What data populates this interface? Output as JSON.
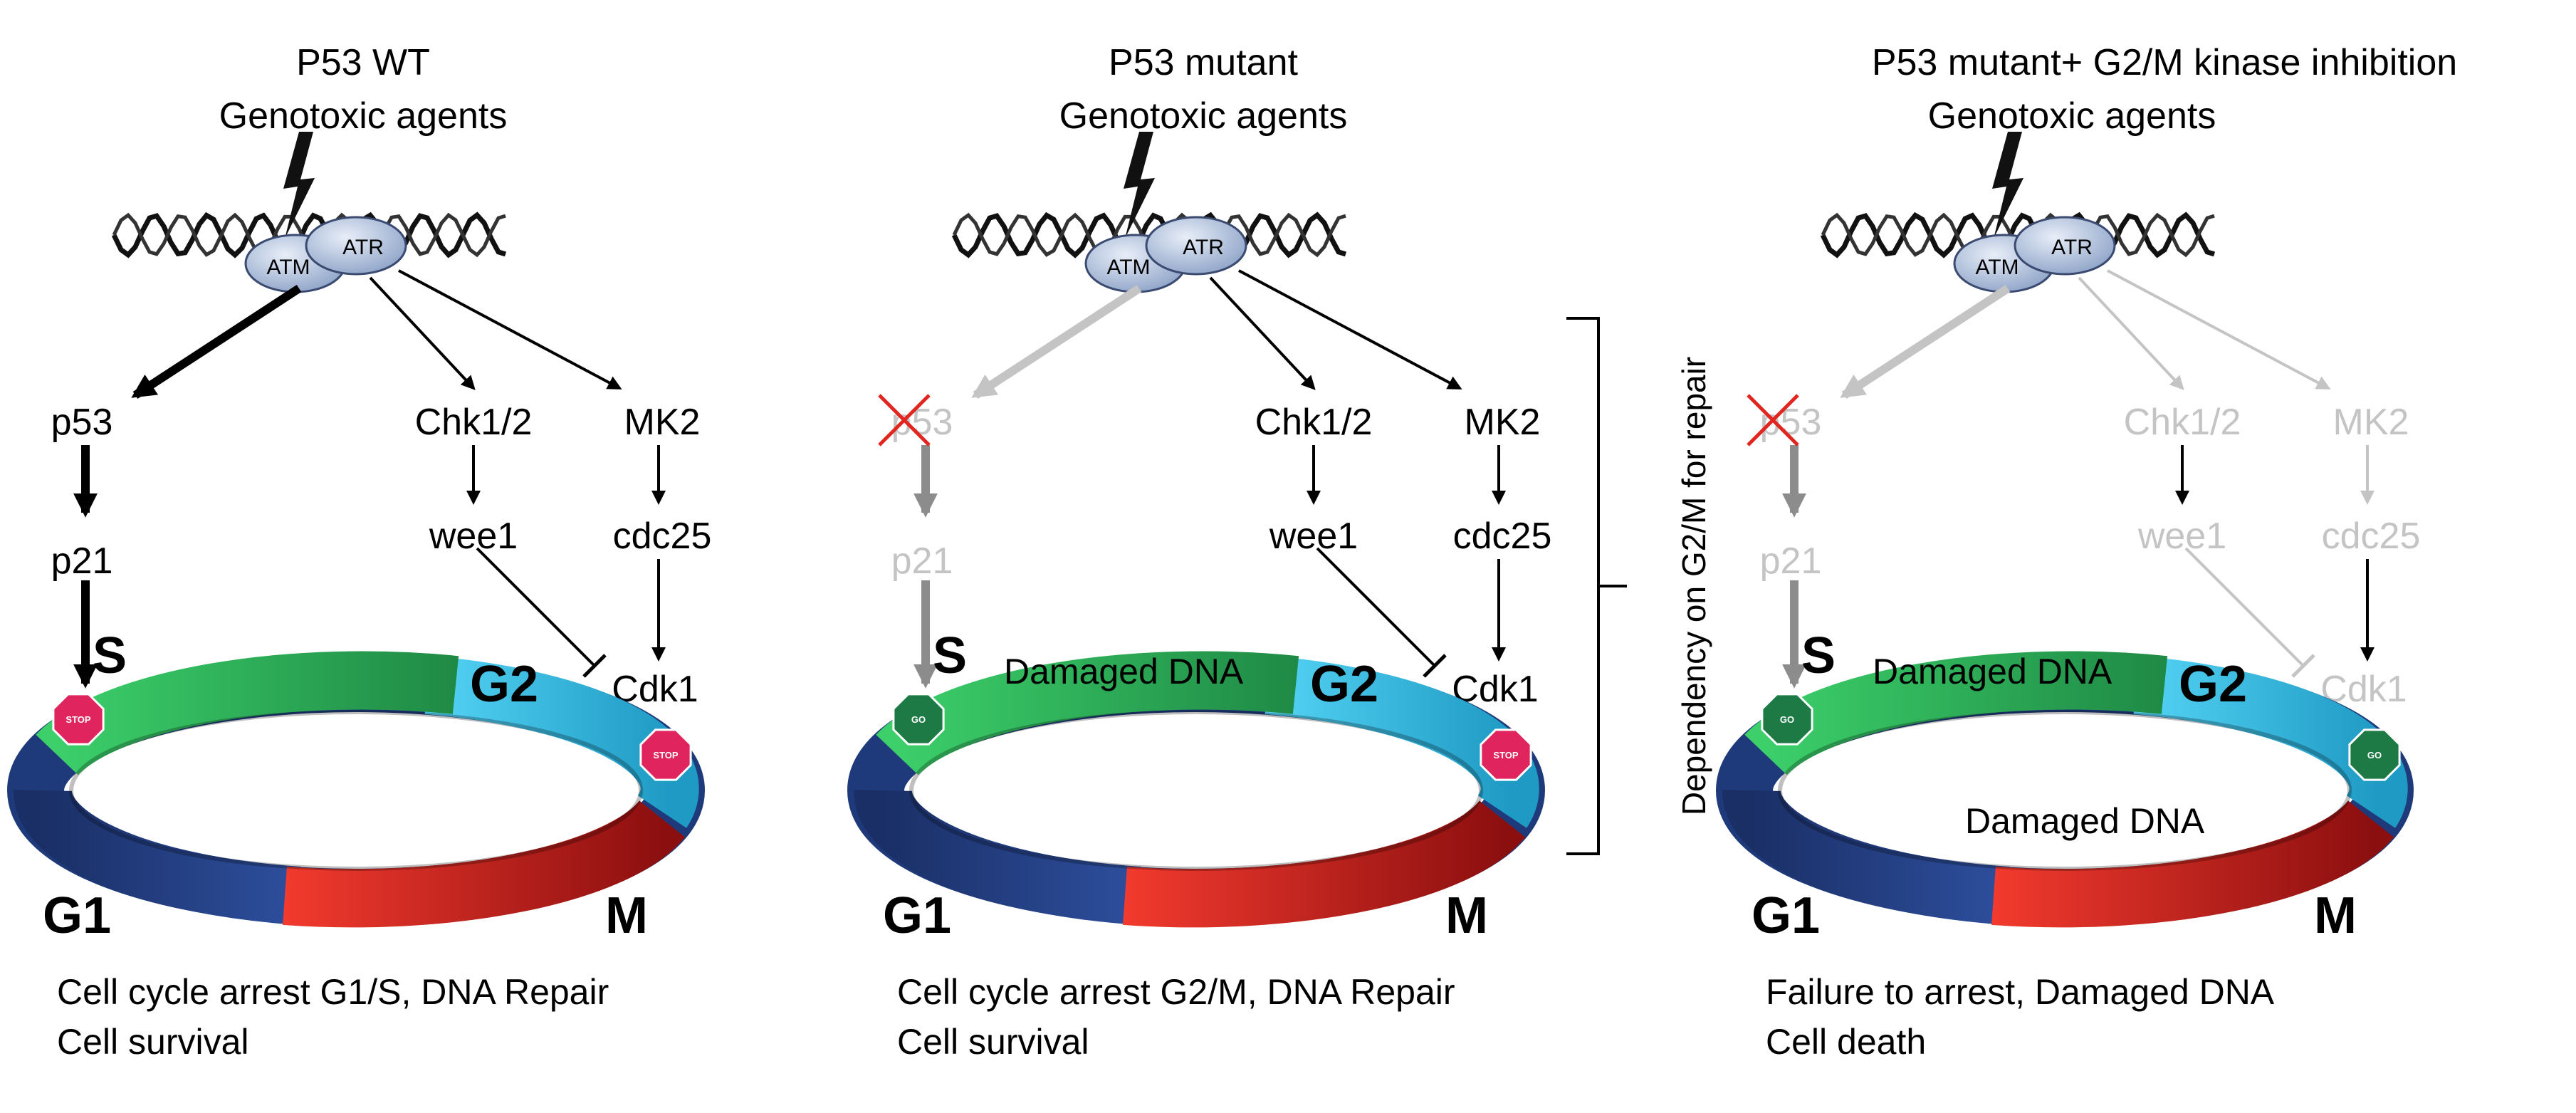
{
  "colors": {
    "g1": "#1f3a7a",
    "s": "#2fb35a",
    "g2": "#3cc2ea",
    "m": "#e0261f",
    "stop": "#e0245e",
    "go": "#1d7a45",
    "inactive": "#c4c4c4",
    "active": "#000000"
  },
  "panels": [
    {
      "header_line1": "P53 WT",
      "header_line2": "Genotoxic agents",
      "enzyme_left": "ATM",
      "enzyme_right": "ATR",
      "nodes": {
        "p53": "p53",
        "p21": "p21",
        "chk": "Chk1/2",
        "wee1": "wee1",
        "mk2": "MK2",
        "cdc25": "cdc25",
        "cdk1": "Cdk1"
      },
      "phases": {
        "s": "S",
        "g2": "G2",
        "g1": "G1",
        "m": "M"
      },
      "sign_left": "STOP",
      "sign_right": "STOP",
      "damaged_top": "",
      "damaged_bottom": "",
      "outcome_line1": "Cell cycle arrest G1/S, DNA Repair",
      "outcome_line2": "Cell survival"
    },
    {
      "header_line1": "P53 mutant",
      "header_line2": "Genotoxic agents",
      "enzyme_left": "ATM",
      "enzyme_right": "ATR",
      "nodes": {
        "p53": "p53",
        "p21": "p21",
        "chk": "Chk1/2",
        "wee1": "wee1",
        "mk2": "MK2",
        "cdc25": "cdc25",
        "cdk1": "Cdk1"
      },
      "phases": {
        "s": "S",
        "g2": "G2",
        "g1": "G1",
        "m": "M"
      },
      "sign_left": "GO",
      "sign_right": "STOP",
      "damaged_top": "Damaged DNA",
      "damaged_bottom": "",
      "outcome_line1": "Cell cycle arrest G2/M, DNA Repair",
      "outcome_line2": "Cell survival"
    },
    {
      "header_line1": "P53 mutant+ G2/M kinase inhibition",
      "header_line2": "Genotoxic agents",
      "enzyme_left": "ATM",
      "enzyme_right": "ATR",
      "nodes": {
        "p53": "p53",
        "p21": "p21",
        "chk": "Chk1/2",
        "wee1": "wee1",
        "mk2": "MK2",
        "cdc25": "cdc25",
        "cdk1": "Cdk1"
      },
      "phases": {
        "s": "S",
        "g2": "G2",
        "g1": "G1",
        "m": "M"
      },
      "sign_left": "GO",
      "sign_right": "GO",
      "damaged_top": "Damaged DNA",
      "damaged_bottom": "Damaged DNA",
      "outcome_line1": "Failure to arrest, Damaged DNA",
      "outcome_line2": "Cell death"
    }
  ],
  "bracket_label": "Dependency on G2/M for repair"
}
